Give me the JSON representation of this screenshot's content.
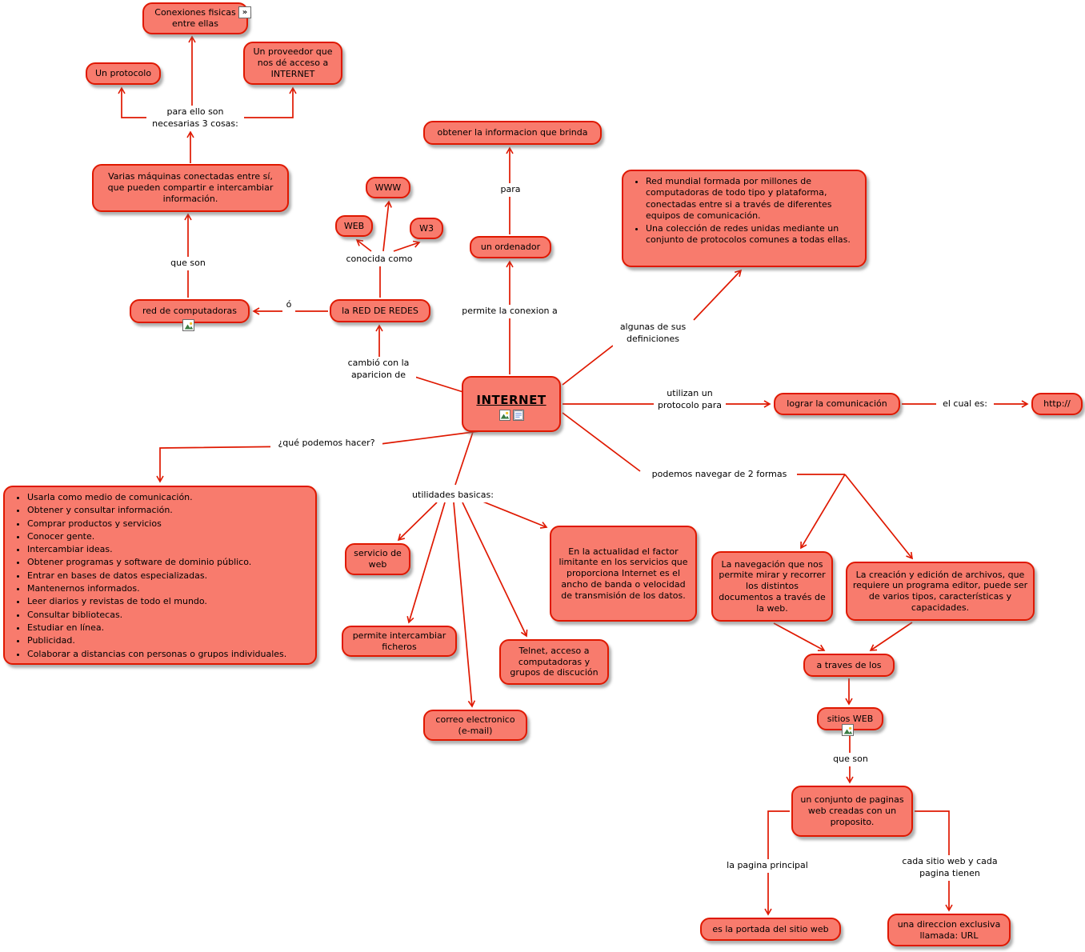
{
  "colors": {
    "node_fill": "#f87b6d",
    "node_border": "#df1800",
    "connector": "#df1800",
    "text": "#000000",
    "background": "#ffffff"
  },
  "nodes": {
    "conexiones": "Conexiones fisicas entre ellas",
    "un_protocolo": "Un protocolo",
    "un_proveedor": "Un proveedor que nos dé acceso a INTERNET",
    "varias_maquinas": "Varias máquinas conectadas entre sí, que pueden compartir e intercambiar información.",
    "red_computadoras": "red de computadoras",
    "la_red_de_redes": "la RED DE REDES",
    "www": "WWW",
    "web": "WEB",
    "w3": "W3",
    "obtener_info": "obtener la informacion que brinda",
    "un_ordenador": "un ordenador",
    "internet": "INTERNET",
    "lograr": "lograr la comunicación",
    "http": "http://",
    "servicio_web": "servicio de web",
    "en_actualidad": "En la actualidad el factor limitante en los servicios que proporciona Internet es el ancho de banda o velocidad de transmisión de los datos.",
    "permite_ficheros": "permite intercambiar ficheros",
    "telnet": "Telnet, acceso a computadoras y grupos de discución",
    "correo": "correo electronico (e-mail)",
    "navegacion": "La navegación que nos permite mirar y recorrer los distintos documentos a través de la web.",
    "creacion": "La creación y edición de archivos, que requiere un programa editor, puede ser de varios tipos, características y capacidades.",
    "a_traves": "a traves de los",
    "sitios_web": "sitios WEB",
    "conjunto": "un conjunto de paginas web creadas con un proposito.",
    "portada": "es la portada del sitio web",
    "direccion": "una direccion exclusiva llamada: URL"
  },
  "lists": {
    "definiciones": [
      "Red mundial formada por millones de computadoras de todo tipo y plataforma, conectadas entre si a través de diferentes equipos de comunicación.",
      "Una colección de redes unidas mediante un conjunto de protocolos comunes a todas ellas."
    ],
    "acciones": [
      "Usarla como medio de comunicación.",
      "Obtener y consultar información.",
      "Comprar productos y servicios",
      "Conocer gente.",
      "Intercambiar ideas.",
      "Obtener programas y software de dominio público.",
      "Entrar en bases de datos especializadas.",
      "Mantenernos informados.",
      "Leer diarios y revistas de todo el mundo.",
      "Consultar bibliotecas.",
      "Estudiar en línea.",
      "Publicidad.",
      "Colaborar a distancias con personas o grupos individuales."
    ]
  },
  "labels": {
    "tres_cosas": "para ello son necesarias 3 cosas:",
    "que_son_1": "que son",
    "o": "ó",
    "conocida_como": "conocida como",
    "cambio": "cambió con la aparicion de",
    "para": "para",
    "permite_conexion": "permite la conexion a",
    "algunas": "algunas de sus definiciones",
    "utilizan": "utilizan un protocolo para",
    "el_cual": "el cual es:",
    "que_podemos": "¿qué podemos hacer?",
    "utilidades": "utilidades basicas:",
    "navegar": "podemos navegar de 2 formas",
    "que_son_2": "que son",
    "pagina_principal": "la pagina principal",
    "cada_sitio": "cada sitio web y cada pagina tienen"
  },
  "icons": {
    "annotation_glyph": "»",
    "image_icon": "image-icon",
    "document_icon": "document-icon"
  }
}
